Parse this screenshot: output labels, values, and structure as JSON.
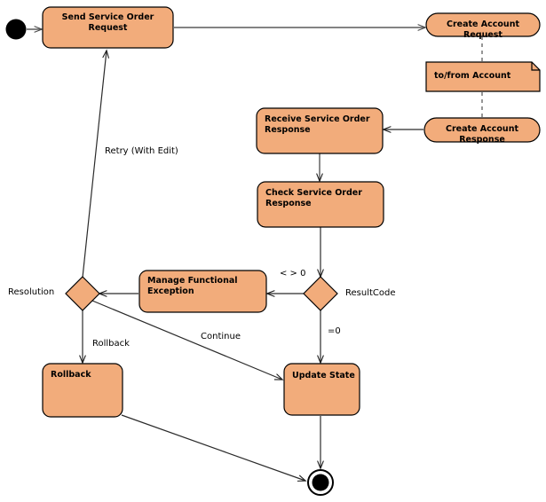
{
  "diagram": {
    "type": "uml-activity-diagram",
    "background_color": "#ffffff",
    "node_fill_color": "#F2AC7B",
    "node_stroke_color": "#000000",
    "edge_color": "#2b2b2b",
    "text_color": "#000000"
  },
  "nodes": {
    "start": {
      "name": "initial-node",
      "shape": "filled-circle"
    },
    "send_service_order_request": {
      "label": "Send Service Order Request",
      "shape": "rounded-rect"
    },
    "create_account_request": {
      "label": "Create Account Request",
      "shape": "pill"
    },
    "note_account": {
      "label": "to/from Account",
      "shape": "note"
    },
    "create_account_response": {
      "label": "Create Account Response",
      "shape": "pill"
    },
    "receive_service_order_response": {
      "label": "Receive Service Order\nResponse",
      "shape": "rounded-rect"
    },
    "check_service_order_response": {
      "label": "Check Service Order\nResponse",
      "shape": "rounded-rect"
    },
    "manage_functional_exception": {
      "label": "Manage Functional\nException",
      "shape": "rounded-rect"
    },
    "result_code_decision": {
      "label": "ResultCode",
      "shape": "diamond"
    },
    "resolution_decision": {
      "label": "Resolution",
      "shape": "diamond"
    },
    "rollback": {
      "label": "Rollback",
      "shape": "rounded-rect"
    },
    "update_state": {
      "label": "Update State",
      "shape": "rounded-rect"
    },
    "final": {
      "name": "final-node",
      "shape": "bullseye"
    }
  },
  "edge_labels": {
    "retry_with_edit": "Retry (With Edit)",
    "not_equal_zero": "< > 0",
    "equal_zero": "=0",
    "result_code": "ResultCode",
    "resolution": "Resolution",
    "rollback": "Rollback",
    "continue": "Continue"
  },
  "edges": [
    {
      "from": "start",
      "to": "send_service_order_request",
      "label": ""
    },
    {
      "from": "send_service_order_request",
      "to": "create_account_request",
      "label": ""
    },
    {
      "from": "create_account_request",
      "to": "note_account",
      "label": "",
      "style": "dashed"
    },
    {
      "from": "note_account",
      "to": "create_account_response",
      "label": "",
      "style": "dashed"
    },
    {
      "from": "create_account_response",
      "to": "receive_service_order_response",
      "label": ""
    },
    {
      "from": "receive_service_order_response",
      "to": "check_service_order_response",
      "label": ""
    },
    {
      "from": "check_service_order_response",
      "to": "result_code_decision",
      "label": "ResultCode"
    },
    {
      "from": "result_code_decision",
      "to": "manage_functional_exception",
      "label": "< > 0"
    },
    {
      "from": "result_code_decision",
      "to": "update_state",
      "label": "=0"
    },
    {
      "from": "manage_functional_exception",
      "to": "resolution_decision",
      "label": "Resolution"
    },
    {
      "from": "resolution_decision",
      "to": "send_service_order_request",
      "label": "Retry (With Edit)"
    },
    {
      "from": "resolution_decision",
      "to": "rollback",
      "label": "Rollback"
    },
    {
      "from": "resolution_decision",
      "to": "update_state",
      "label": "Continue"
    },
    {
      "from": "update_state",
      "to": "final",
      "label": ""
    },
    {
      "from": "rollback",
      "to": "final",
      "label": ""
    }
  ]
}
